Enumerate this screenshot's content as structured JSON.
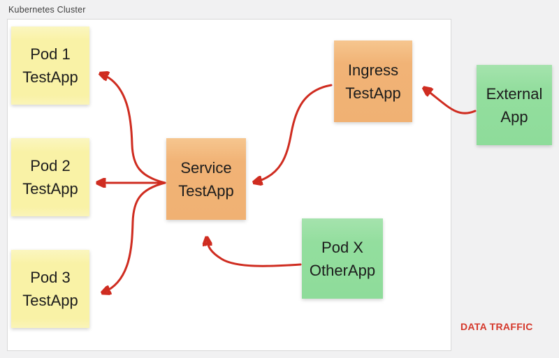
{
  "page": {
    "cluster_label": "Kubernetes Cluster",
    "traffic_label": "DATA TRAFFIC"
  },
  "colors": {
    "pod_yellow": "#f9f2a6",
    "service_orange": "#f0b173",
    "external_green": "#8edc9a",
    "arrow_red": "#cf2c20",
    "traffic_label_red": "#d5382b",
    "canvas_gray": "#f1f1f2",
    "cluster_white": "#ffffff"
  },
  "nodes": [
    {
      "id": "pod1",
      "line1": "Pod 1",
      "line2": "TestApp",
      "color": "yellow",
      "inside_cluster": true
    },
    {
      "id": "pod2",
      "line1": "Pod 2",
      "line2": "TestApp",
      "color": "yellow",
      "inside_cluster": true
    },
    {
      "id": "pod3",
      "line1": "Pod 3",
      "line2": "TestApp",
      "color": "yellow",
      "inside_cluster": true
    },
    {
      "id": "service",
      "line1": "Service",
      "line2": "TestApp",
      "color": "orange",
      "inside_cluster": true
    },
    {
      "id": "ingress",
      "line1": "Ingress",
      "line2": "TestApp",
      "color": "orange",
      "inside_cluster": true
    },
    {
      "id": "external",
      "line1": "External",
      "line2": "App",
      "color": "green",
      "inside_cluster": false
    },
    {
      "id": "podx",
      "line1": "Pod X",
      "line2": "OtherApp",
      "color": "green",
      "inside_cluster": true
    }
  ],
  "edges": [
    {
      "from": "service",
      "to": "pod1"
    },
    {
      "from": "service",
      "to": "pod2"
    },
    {
      "from": "service",
      "to": "pod3"
    },
    {
      "from": "ingress",
      "to": "service"
    },
    {
      "from": "external",
      "to": "ingress"
    },
    {
      "from": "podx",
      "to": "service"
    }
  ]
}
